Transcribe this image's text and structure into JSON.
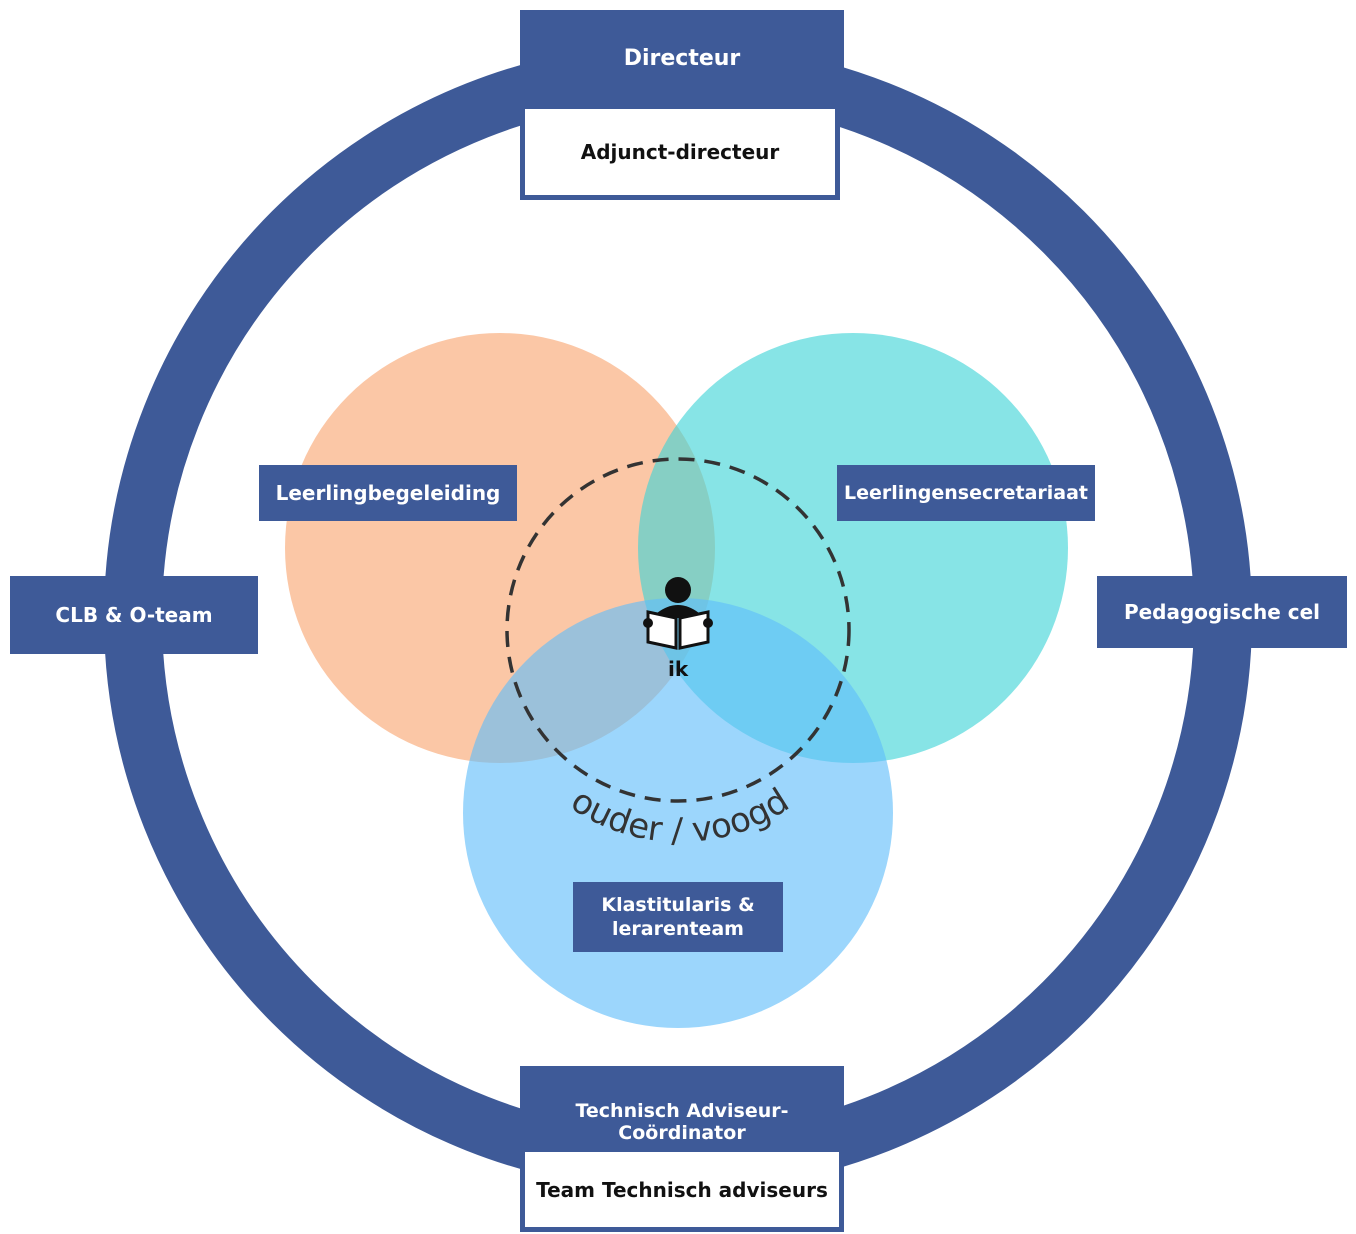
{
  "colors": {
    "ring": "#3e5a98",
    "circle_leerlingbegeleiding": "#f9a56f",
    "circle_leerlingensecretariaat": "#3dd3d6",
    "circle_klastitularis": "#60bdfa",
    "dashed_line": "#333333"
  },
  "labels": {
    "directeur": "Directeur",
    "adjunct_directeur": "Adjunct-directeur",
    "clb": "CLB & O-team",
    "pedagogische_cel": "Pedagogische cel",
    "technisch_coordinator": "Technisch Adviseur-Coördinator",
    "team_technisch": "Team Technisch adviseurs",
    "leerlingbegeleiding": "Leerlingbegeleiding",
    "leerlingensecretariaat": "Leerlingensecretariaat",
    "klastitularis_line1": "Klastitularis &",
    "klastitularis_line2": "lerarenteam",
    "ik": "ik",
    "ouder_voogd": "ouder / voogd"
  },
  "icons": {
    "center": "person-reading-icon"
  }
}
